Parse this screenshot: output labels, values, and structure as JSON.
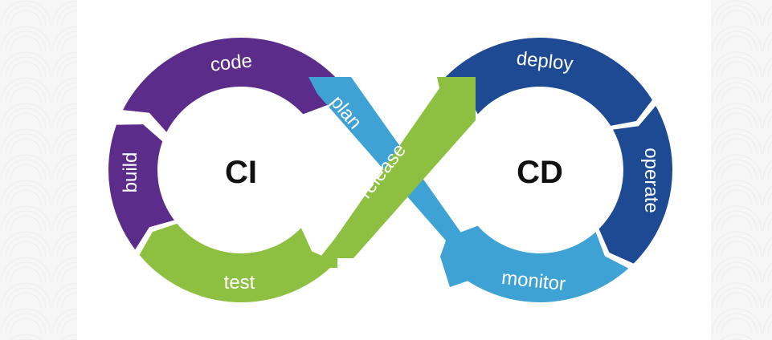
{
  "diagram": {
    "title": "CI/CD infinity loop",
    "loops": [
      {
        "id": "ci",
        "label": "CI"
      },
      {
        "id": "cd",
        "label": "CD"
      }
    ],
    "stages": [
      {
        "id": "plan",
        "label": "plan",
        "color": "#3ea3d4"
      },
      {
        "id": "code",
        "label": "code",
        "color": "#5b2c8a"
      },
      {
        "id": "build",
        "label": "build",
        "color": "#5b2c8a"
      },
      {
        "id": "test",
        "label": "test",
        "color": "#8dc040"
      },
      {
        "id": "release",
        "label": "release",
        "color": "#8dc040"
      },
      {
        "id": "deploy",
        "label": "deploy",
        "color": "#1d4a93"
      },
      {
        "id": "operate",
        "label": "operate",
        "color": "#1d4a93"
      },
      {
        "id": "monitor",
        "label": "monitor",
        "color": "#3ea3d4"
      }
    ]
  }
}
